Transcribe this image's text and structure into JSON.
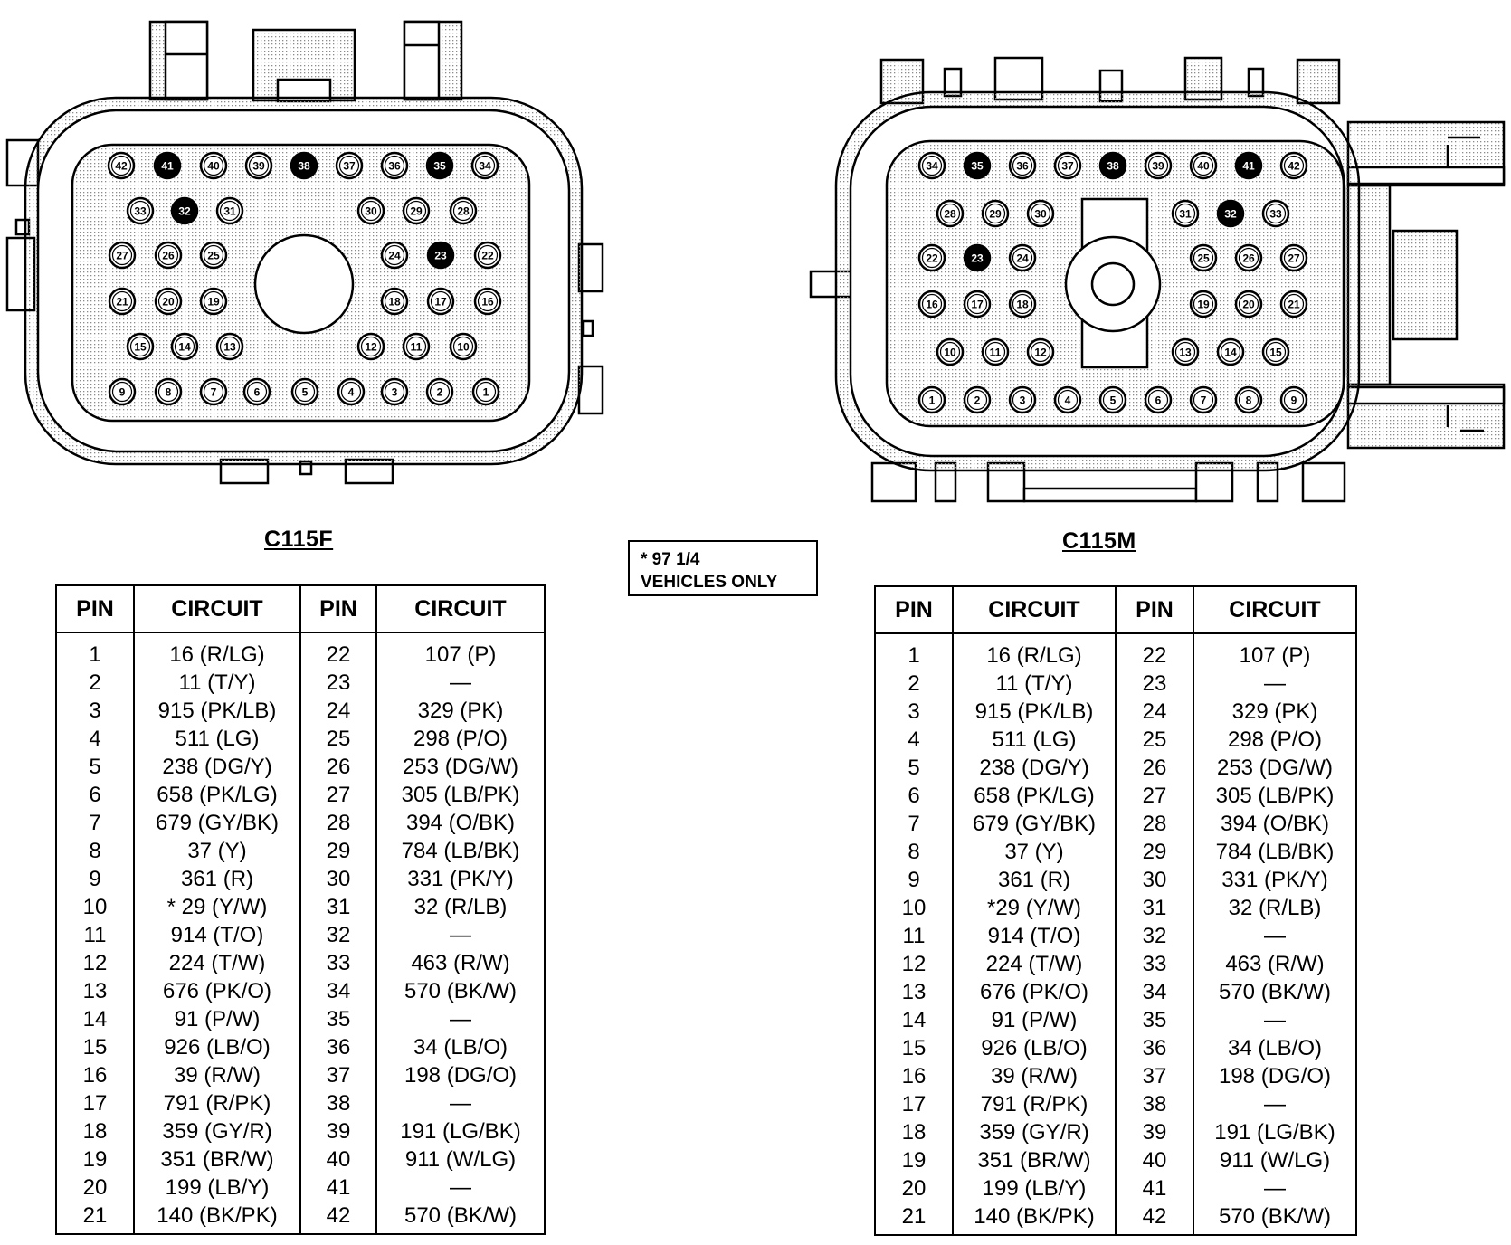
{
  "connectors": [
    {
      "id": "c115f",
      "title": "C115F"
    },
    {
      "id": "c115m",
      "title": "C115M"
    }
  ],
  "note": {
    "line1": "* 97 1/4",
    "line2": "VEHICLES ONLY"
  },
  "headers": [
    "PIN",
    "CIRCUIT",
    "PIN",
    "CIRCUIT"
  ],
  "c115f_rows": [
    [
      "1",
      "16 (R/LG)",
      "22",
      "107 (P)"
    ],
    [
      "2",
      "11 (T/Y)",
      "23",
      "—"
    ],
    [
      "3",
      "915 (PK/LB)",
      "24",
      "329 (PK)"
    ],
    [
      "4",
      "511 (LG)",
      "25",
      "298 (P/O)"
    ],
    [
      "5",
      "238 (DG/Y)",
      "26",
      "253 (DG/W)"
    ],
    [
      "6",
      "658 (PK/LG)",
      "27",
      "305 (LB/PK)"
    ],
    [
      "7",
      "679 (GY/BK)",
      "28",
      "394 (O/BK)"
    ],
    [
      "8",
      "37 (Y)",
      "29",
      "784 (LB/BK)"
    ],
    [
      "9",
      "361 (R)",
      "30",
      "331 (PK/Y)"
    ],
    [
      "10",
      "* 29 (Y/W)",
      "31",
      "32 (R/LB)"
    ],
    [
      "11",
      "914 (T/O)",
      "32",
      "—"
    ],
    [
      "12",
      "224 (T/W)",
      "33",
      "463 (R/W)"
    ],
    [
      "13",
      "676 (PK/O)",
      "34",
      "570 (BK/W)"
    ],
    [
      "14",
      "91 (P/W)",
      "35",
      "—"
    ],
    [
      "15",
      "926 (LB/O)",
      "36",
      "34 (LB/O)"
    ],
    [
      "16",
      "39 (R/W)",
      "37",
      "198 (DG/O)"
    ],
    [
      "17",
      "791 (R/PK)",
      "38",
      "—"
    ],
    [
      "18",
      "359 (GY/R)",
      "39",
      "191 (LG/BK)"
    ],
    [
      "19",
      "351 (BR/W)",
      "40",
      "911 (W/LG)"
    ],
    [
      "20",
      "199 (LB/Y)",
      "41",
      "—"
    ],
    [
      "21",
      "140 (BK/PK)",
      "42",
      "570 (BK/W)"
    ]
  ],
  "c115m_rows": [
    [
      "1",
      "16 (R/LG)",
      "22",
      "107 (P)"
    ],
    [
      "2",
      "11 (T/Y)",
      "23",
      "—"
    ],
    [
      "3",
      "915 (PK/LB)",
      "24",
      "329 (PK)"
    ],
    [
      "4",
      "511 (LG)",
      "25",
      "298 (P/O)"
    ],
    [
      "5",
      "238 (DG/Y)",
      "26",
      "253 (DG/W)"
    ],
    [
      "6",
      "658 (PK/LG)",
      "27",
      "305 (LB/PK)"
    ],
    [
      "7",
      "679 (GY/BK)",
      "28",
      "394 (O/BK)"
    ],
    [
      "8",
      "37 (Y)",
      "29",
      "784 (LB/BK)"
    ],
    [
      "9",
      "361 (R)",
      "30",
      "331 (PK/Y)"
    ],
    [
      "10",
      "*29 (Y/W)",
      "31",
      "32 (R/LB)"
    ],
    [
      "11",
      "914 (T/O)",
      "32",
      "—"
    ],
    [
      "12",
      "224 (T/W)",
      "33",
      "463 (R/W)"
    ],
    [
      "13",
      "676 (PK/O)",
      "34",
      "570 (BK/W)"
    ],
    [
      "14",
      "91 (P/W)",
      "35",
      "—"
    ],
    [
      "15",
      "926 (LB/O)",
      "36",
      "34 (LB/O)"
    ],
    [
      "16",
      "39 (R/W)",
      "37",
      "198 (DG/O)"
    ],
    [
      "17",
      "791 (R/PK)",
      "38",
      "—"
    ],
    [
      "18",
      "359 (GY/R)",
      "39",
      "191 (LG/BK)"
    ],
    [
      "19",
      "351 (BR/W)",
      "40",
      "911 (W/LG)"
    ],
    [
      "20",
      "199 (LB/Y)",
      "41",
      "—"
    ],
    [
      "21",
      "140 (BK/PK)",
      "42",
      "570 (BK/W)"
    ]
  ],
  "c115f_face_rows": [
    [
      "42",
      "41",
      "40",
      "39",
      "38",
      "37",
      "36",
      "35",
      "34"
    ],
    [
      "33",
      "32",
      "31",
      "30",
      "29",
      "28"
    ],
    [
      "27",
      "26",
      "25",
      "24",
      "23",
      "22"
    ],
    [
      "21",
      "20",
      "19",
      "18",
      "17",
      "16"
    ],
    [
      "15",
      "14",
      "13",
      "12",
      "11",
      "10"
    ],
    [
      "9",
      "8",
      "7",
      "6",
      "5",
      "4",
      "3",
      "2",
      "1"
    ]
  ],
  "c115m_face_rows": [
    [
      "34",
      "35",
      "36",
      "37",
      "38",
      "39",
      "40",
      "41",
      "42"
    ],
    [
      "28",
      "29",
      "30",
      "31",
      "32",
      "33"
    ],
    [
      "22",
      "23",
      "24",
      "25",
      "26",
      "27"
    ],
    [
      "16",
      "17",
      "18",
      "19",
      "20",
      "21"
    ],
    [
      "10",
      "11",
      "12",
      "13",
      "14",
      "15"
    ],
    [
      "1",
      "2",
      "3",
      "4",
      "5",
      "6",
      "7",
      "8",
      "9"
    ]
  ],
  "unused_pins": [
    "23",
    "32",
    "35",
    "38",
    "41"
  ],
  "colors": {
    "ink": "#000000",
    "paper": "#ffffff",
    "stipple": "#b5b5b5"
  }
}
